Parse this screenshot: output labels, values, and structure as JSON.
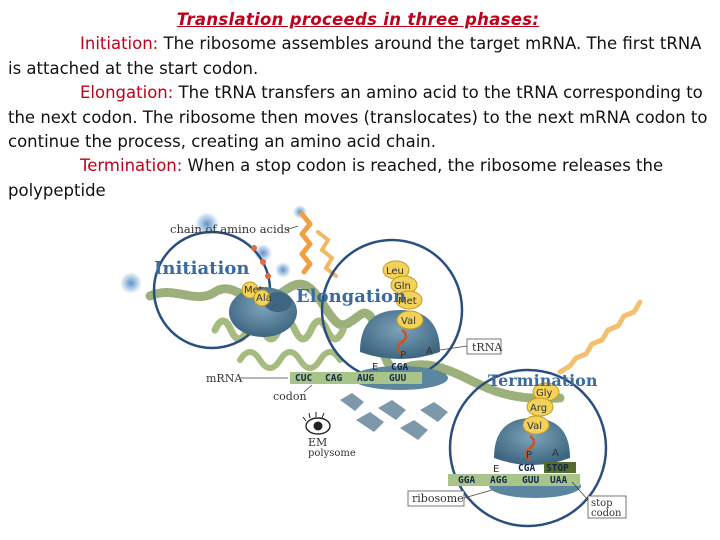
{
  "title": "Translation proceeds in three phases:",
  "paragraphs": {
    "initiation": {
      "label": "Initiation:",
      "text": " The ribosome assembles around the target mRNA. The first tRNA is attached at the start codon."
    },
    "elongation": {
      "label": "Elongation:",
      "text": " The tRNA transfers an amino acid to the tRNA corresponding to the next codon. The ribosome then moves (translocates) to the next mRNA codon to continue the process, creating an amino acid chain."
    },
    "termination": {
      "label": "Termination:",
      "text": " When a stop codon is reached, the ribosome releases the polypeptide"
    }
  },
  "figure": {
    "chain_label": "chain of amino acids",
    "initiation_label": "Initiation",
    "elongation_label": "Elongation",
    "termination_label": "Termination",
    "trna_label": "tRNA",
    "mrna_label": "mRNA",
    "codon_label": "codon",
    "em_label": "EM",
    "polysome_label": "polysome",
    "ribosome_label": "ribosome",
    "stop_codon_label": "stop\ncodon",
    "stop_line1": "stop",
    "stop_line2": "codon",
    "initiation_chain": [
      "Met",
      "Ala"
    ],
    "elongation_chain": [
      "Leu",
      "Gln",
      "Met",
      "Val"
    ],
    "termination_chain": [
      "Gly",
      "Arg",
      "Val"
    ],
    "site_p": "P",
    "site_a": "A",
    "site_e": "E",
    "elongation_anticodon": "CGA",
    "elongation_codons": [
      "CUC",
      "CAG",
      "AUG",
      "GUU"
    ],
    "termination_anticodon": "CGA",
    "termination_stop": "STOP",
    "termination_codons": [
      "GGA",
      "AGG",
      "GUU",
      "UAA"
    ]
  },
  "colors": {
    "phase_text": "#c0001a",
    "label_blue": "#3a6a9e",
    "ribosome": "#4d7690",
    "mrna": "#9bb07a",
    "amino_acid": "#f2d25a",
    "circle_outline": "#2a4e80"
  }
}
